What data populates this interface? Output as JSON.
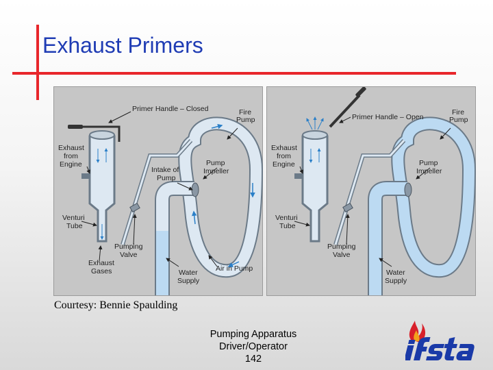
{
  "slide": {
    "title": "Exhaust Primers",
    "courtesy": "Courtesy: Bennie Spaulding",
    "footer": {
      "line1": "Pumping Apparatus",
      "line2": "Driver/Operator",
      "page_number": "142"
    }
  },
  "diagram_left": {
    "labels": {
      "handle": "Primer Handle – Closed",
      "fire_pump_1": "Fire",
      "fire_pump_2": "Pump",
      "exhaust_1": "Exhaust",
      "exhaust_2": "from",
      "exhaust_3": "Engine",
      "intake_1": "Intake of",
      "intake_2": "Pump",
      "impeller_1": "Pump",
      "impeller_2": "Impeller",
      "venturi_1": "Venturi",
      "venturi_2": "Tube",
      "valve_1": "Pumping",
      "valve_2": "Valve",
      "gases_1": "Exhaust",
      "gases_2": "Gases",
      "water_1": "Water",
      "water_2": "Supply",
      "air": "Air in Pump"
    }
  },
  "diagram_right": {
    "labels": {
      "handle": "Primer Handle – Open",
      "fire_pump_1": "Fire",
      "fire_pump_2": "Pump",
      "exhaust_1": "Exhaust",
      "exhaust_2": "from",
      "exhaust_3": "Engine",
      "impeller_1": "Pump",
      "impeller_2": "Impeller",
      "venturi_1": "Venturi",
      "venturi_2": "Tube",
      "valve_1": "Pumping",
      "valve_2": "Valve",
      "water_1": "Water",
      "water_2": "Supply"
    }
  },
  "colors": {
    "accent_red": "#e8262b",
    "title_blue": "#1f3cb4",
    "pipe_air": "#dde8f2",
    "pipe_water": "#bcdaf2",
    "arrow_blue": "#2a7fc8"
  },
  "logo": {
    "text": "ifsta",
    "icon": "flame-icon"
  }
}
